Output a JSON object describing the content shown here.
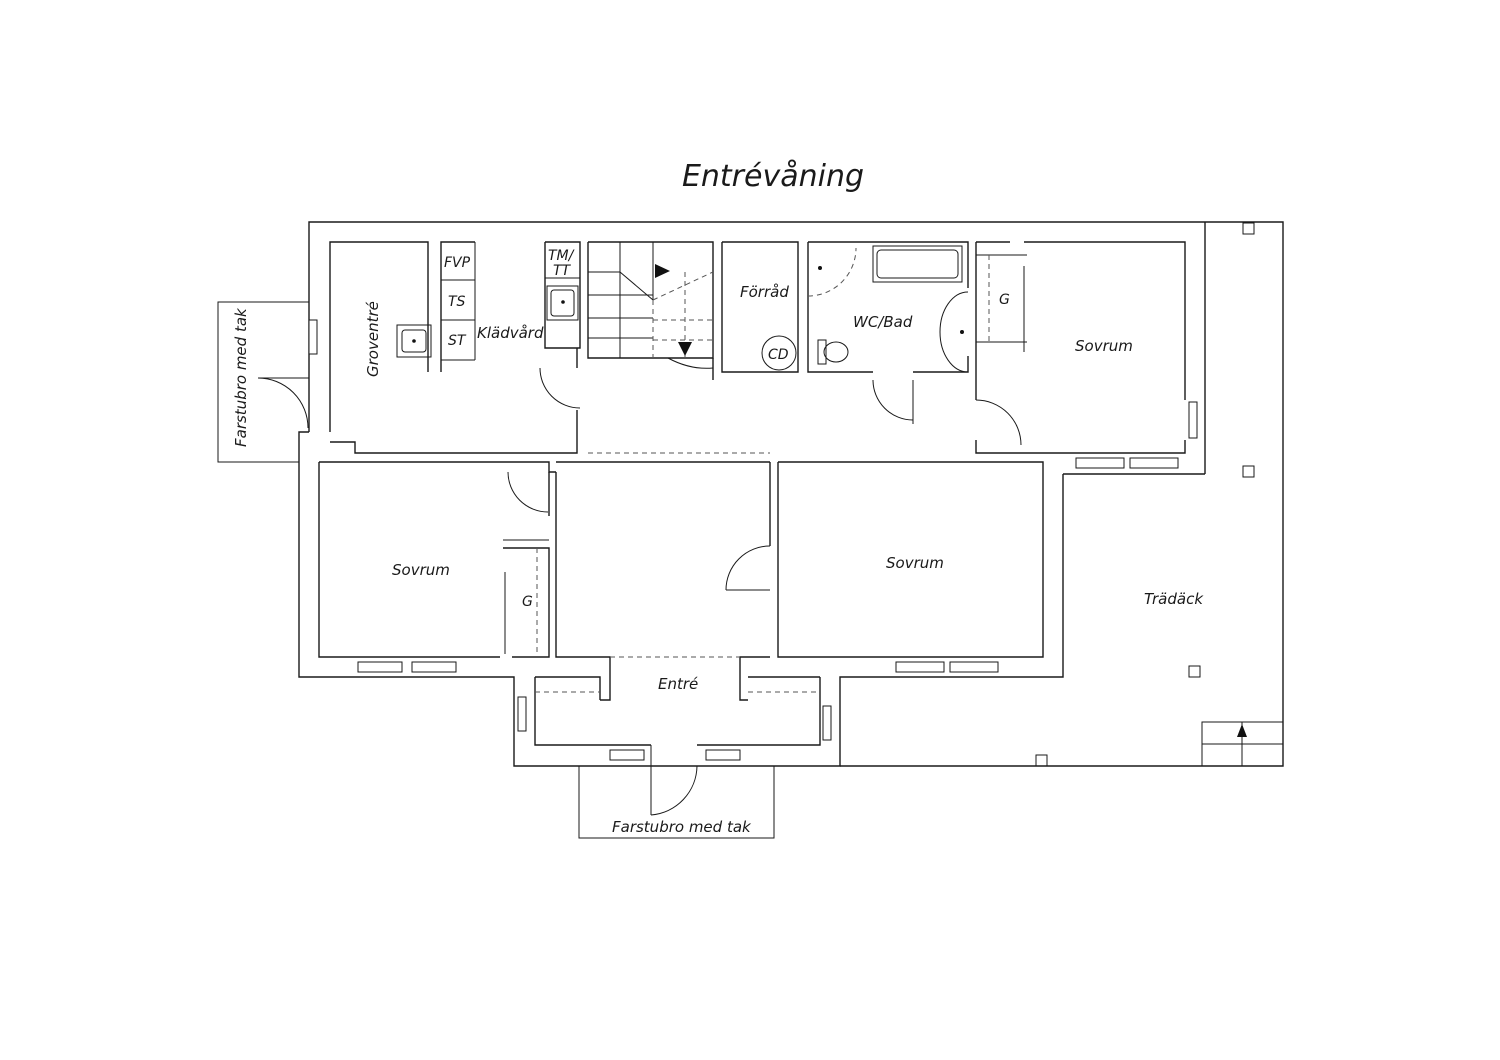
{
  "title": "Entrévåning",
  "rooms": {
    "groventre": "Groventré",
    "fvp": "FVP",
    "ts": "TS",
    "st": "ST",
    "kladvard": "Klädvård",
    "tm_line1": "TM/",
    "tm_line2": "TT",
    "forrad": "Förråd",
    "cd": "CD",
    "wc_bad": "WC/Bad",
    "sovrum_ne": "Sovrum",
    "g_ne": "G",
    "sovrum_w": "Sovrum",
    "g_w": "G",
    "sovrum_c": "Sovrum",
    "tradack": "Trädäck",
    "entre": "Entré",
    "farstubro_left": "Farstubro med tak",
    "farstubro_bottom": "Farstubro med tak"
  },
  "colors": {
    "line": "#1a1a1a",
    "background": "#ffffff"
  }
}
